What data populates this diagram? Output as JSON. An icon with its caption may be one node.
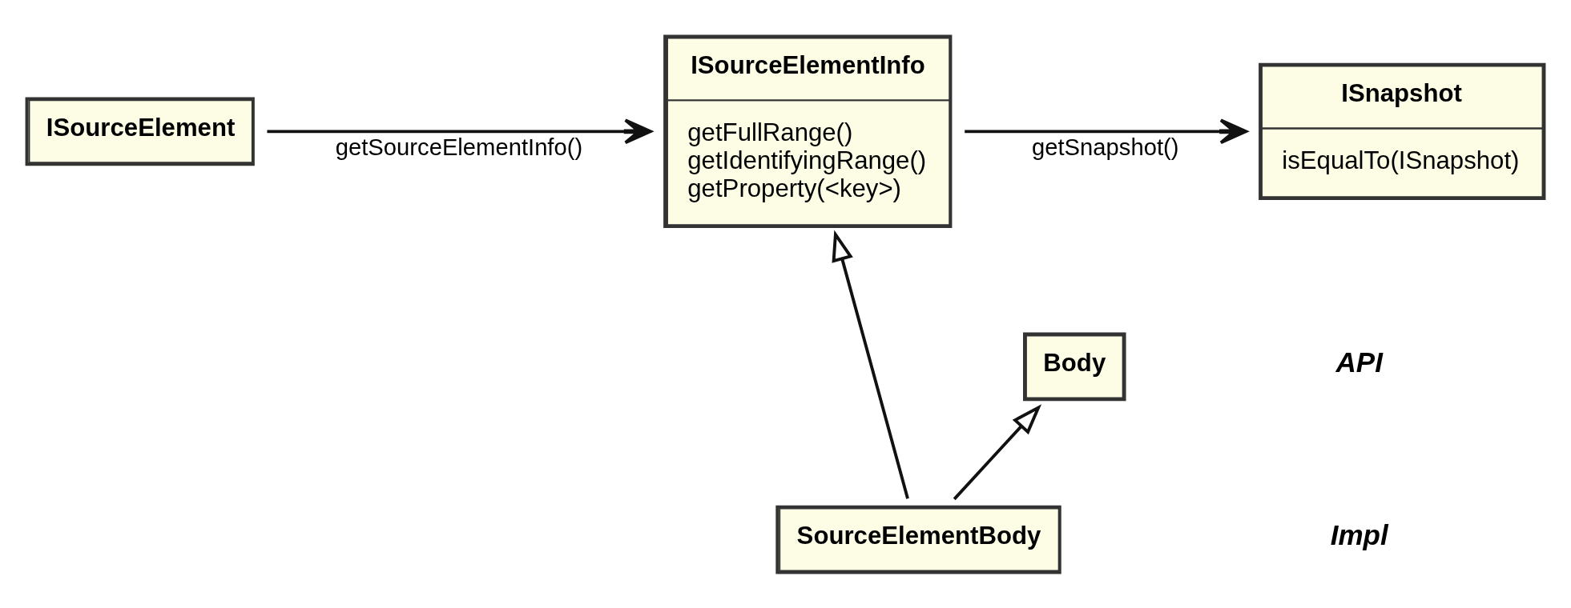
{
  "diagram": {
    "nodes": [
      {
        "text": [
          "ISourceElement"
        ]
      },
      {
        "text": [
          "ISourceElementInfo",
          "getFullRange()",
          "getIdentifyingRange()",
          "getProperty(<key>)"
        ]
      },
      {
        "text": [
          "ISnapshot",
          "isEqualTo(ISnapshot)"
        ]
      },
      {
        "text": [
          "Body"
        ]
      },
      {
        "text": [
          "SourceElementBody"
        ]
      }
    ],
    "edges": [
      {
        "from": 0,
        "to": 1,
        "arrow": "to",
        "label": "getSourceElementInfo()"
      },
      {
        "from": 1,
        "to": 2,
        "arrow": "to",
        "label": "getSnapshot()"
      },
      {
        "from": 4,
        "to": 1,
        "arrow": "to"
      },
      {
        "from": 4,
        "to": 3,
        "arrow": "to"
      }
    ],
    "labels": [
      "API",
      "Impl"
    ]
  }
}
